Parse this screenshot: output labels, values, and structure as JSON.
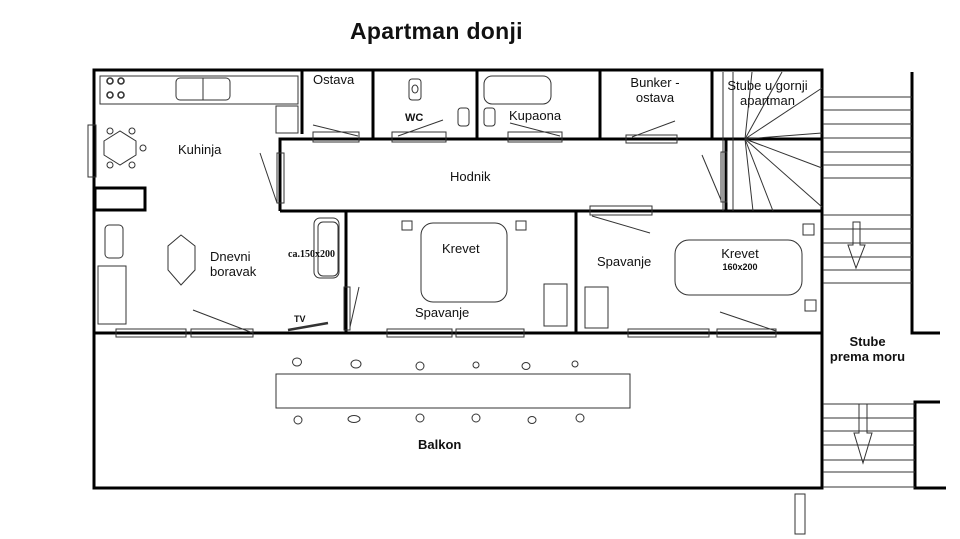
{
  "title": "Apartman  donji",
  "rooms": {
    "kitchen": "Kuhinja",
    "storage": "Ostava",
    "wc": "WC",
    "bathroom": "Kupaona",
    "bunker_line1": "Bunker -",
    "bunker_line2": "ostava",
    "stairs_up_line1": "Stube u gornji",
    "stairs_up_line2": "apartman",
    "hallway": "Hodnik",
    "living_line1": "Dnevni",
    "living_line2": "boravak",
    "sofa_bed_size": "ca.150x200",
    "tv": "TV",
    "bedroom1": "Spavanje",
    "bedroom1_bed": "Krevet",
    "bedroom2": "Spavanje",
    "bedroom2_bed": "Krevet",
    "bedroom2_bed_size": "160x200",
    "balcony": "Balkon",
    "stairs_sea_line1": "Stube",
    "stairs_sea_line2": "prema moru"
  },
  "colors": {
    "wall": "#000000",
    "fixture": "#333333",
    "background": "#ffffff"
  }
}
